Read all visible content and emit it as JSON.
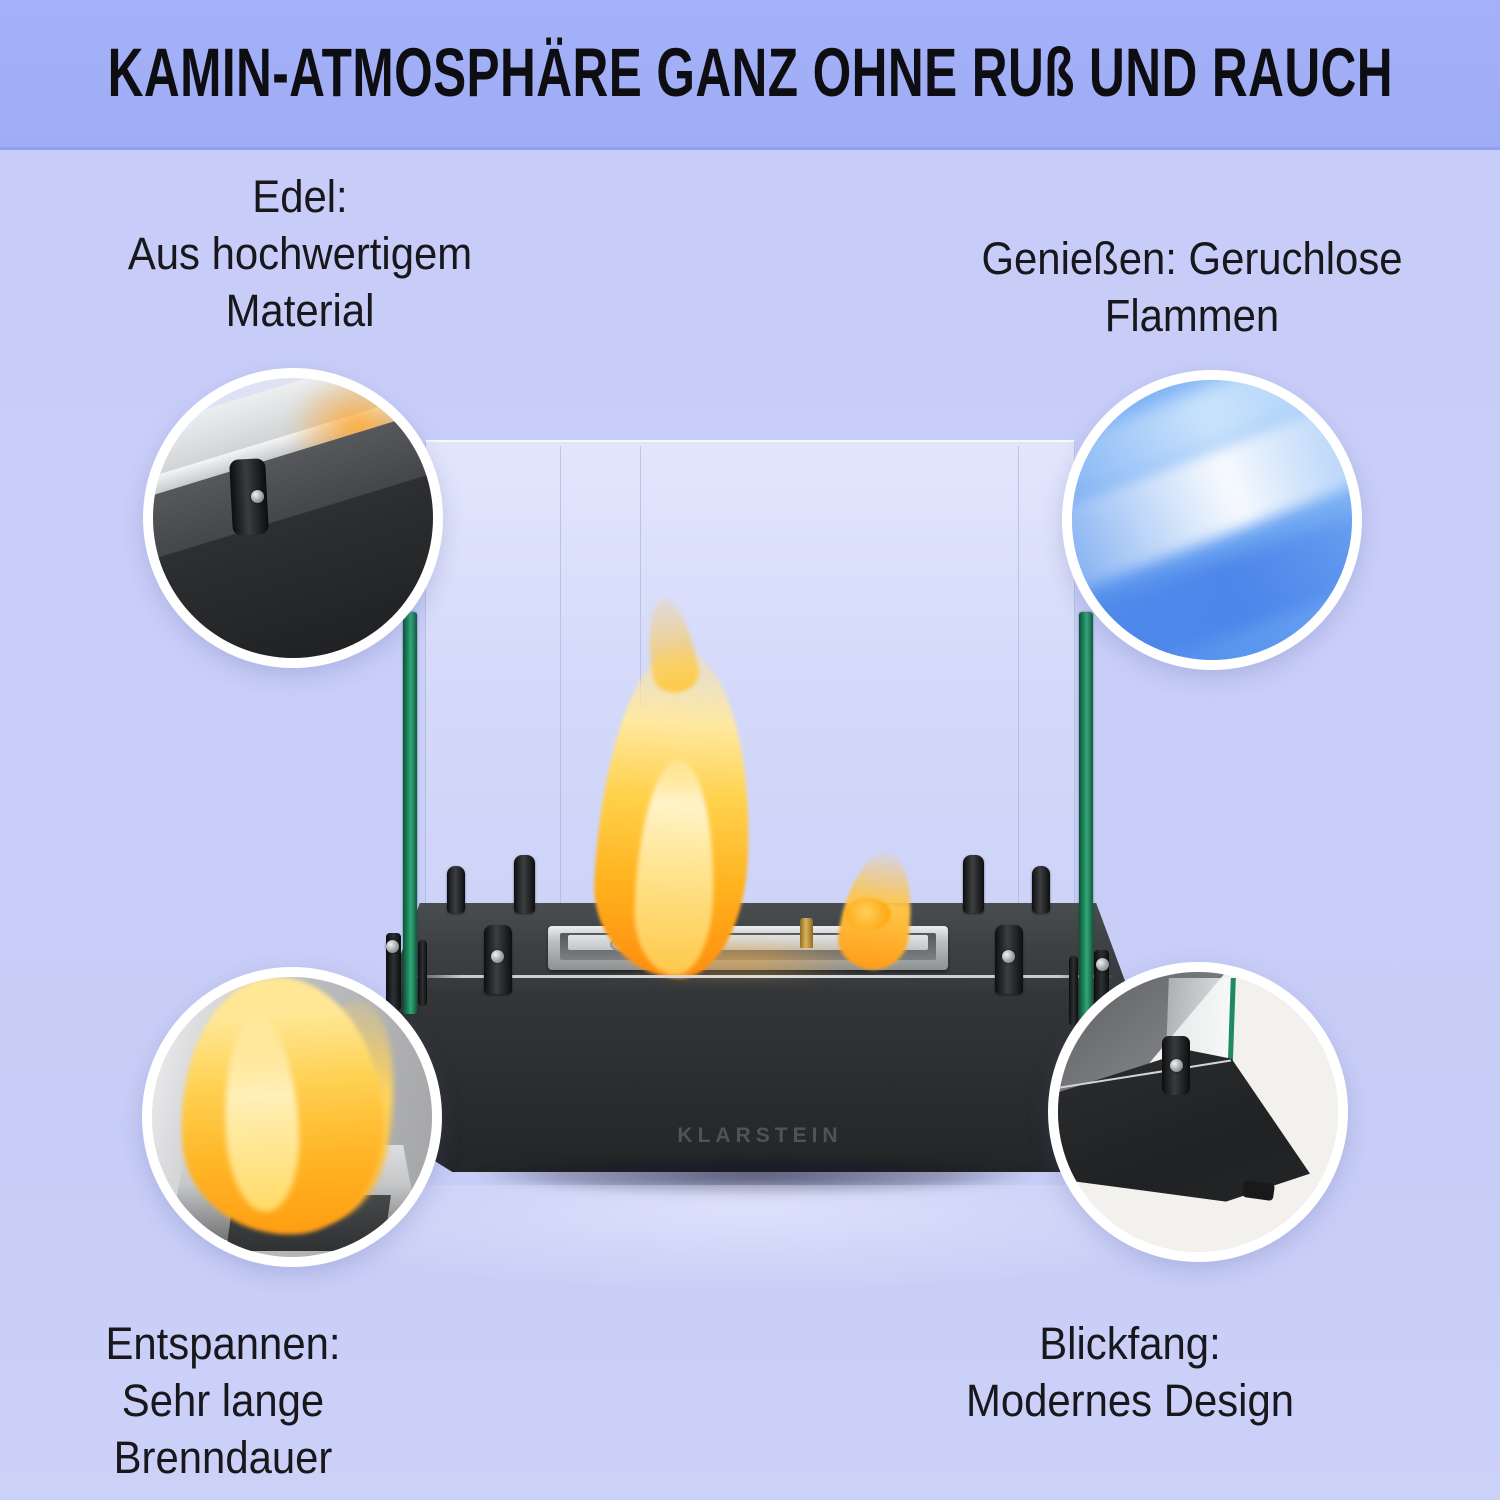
{
  "banner": {
    "title": "KAMIN-ATMOSPHÄRE GANZ OHNE RUß UND RAUCH"
  },
  "features": [
    {
      "id": "material",
      "lines": [
        "Edel:",
        "Aus hochwertigem",
        "Material"
      ],
      "photo": "fireplace-corner-closeup"
    },
    {
      "id": "odorless-flames",
      "lines": [
        "Genießen: Geruchlose",
        "Flammen"
      ],
      "photo": "blue-flame-closeup"
    },
    {
      "id": "burn-time",
      "lines": [
        "Entspannen:",
        "Sehr lange Brenndauer"
      ],
      "photo": "yellow-flame-closeup"
    },
    {
      "id": "modern-design",
      "lines": [
        "Blickfang:",
        "Modernes Design"
      ],
      "photo": "base-corner-closeup"
    }
  ],
  "product": {
    "brand": "KLARSTEIN",
    "description": "tabletop bio-ethanol fireplace with glass panels and burning flame"
  },
  "colors": {
    "banner_bg": "#9fadf5",
    "page_bg": "#c9cef8",
    "text": "#17171c",
    "circle_border": "#ffffff",
    "glass_edge_green": "#1d8a5e",
    "base_top": "#3d4043",
    "base_front": "#2a2c2e",
    "burner_steel": "#c2c5c7",
    "flame_yellow": "#ffd24d",
    "flame_orange": "#ff9b1f",
    "blue_flame": "#6ea6f2"
  }
}
